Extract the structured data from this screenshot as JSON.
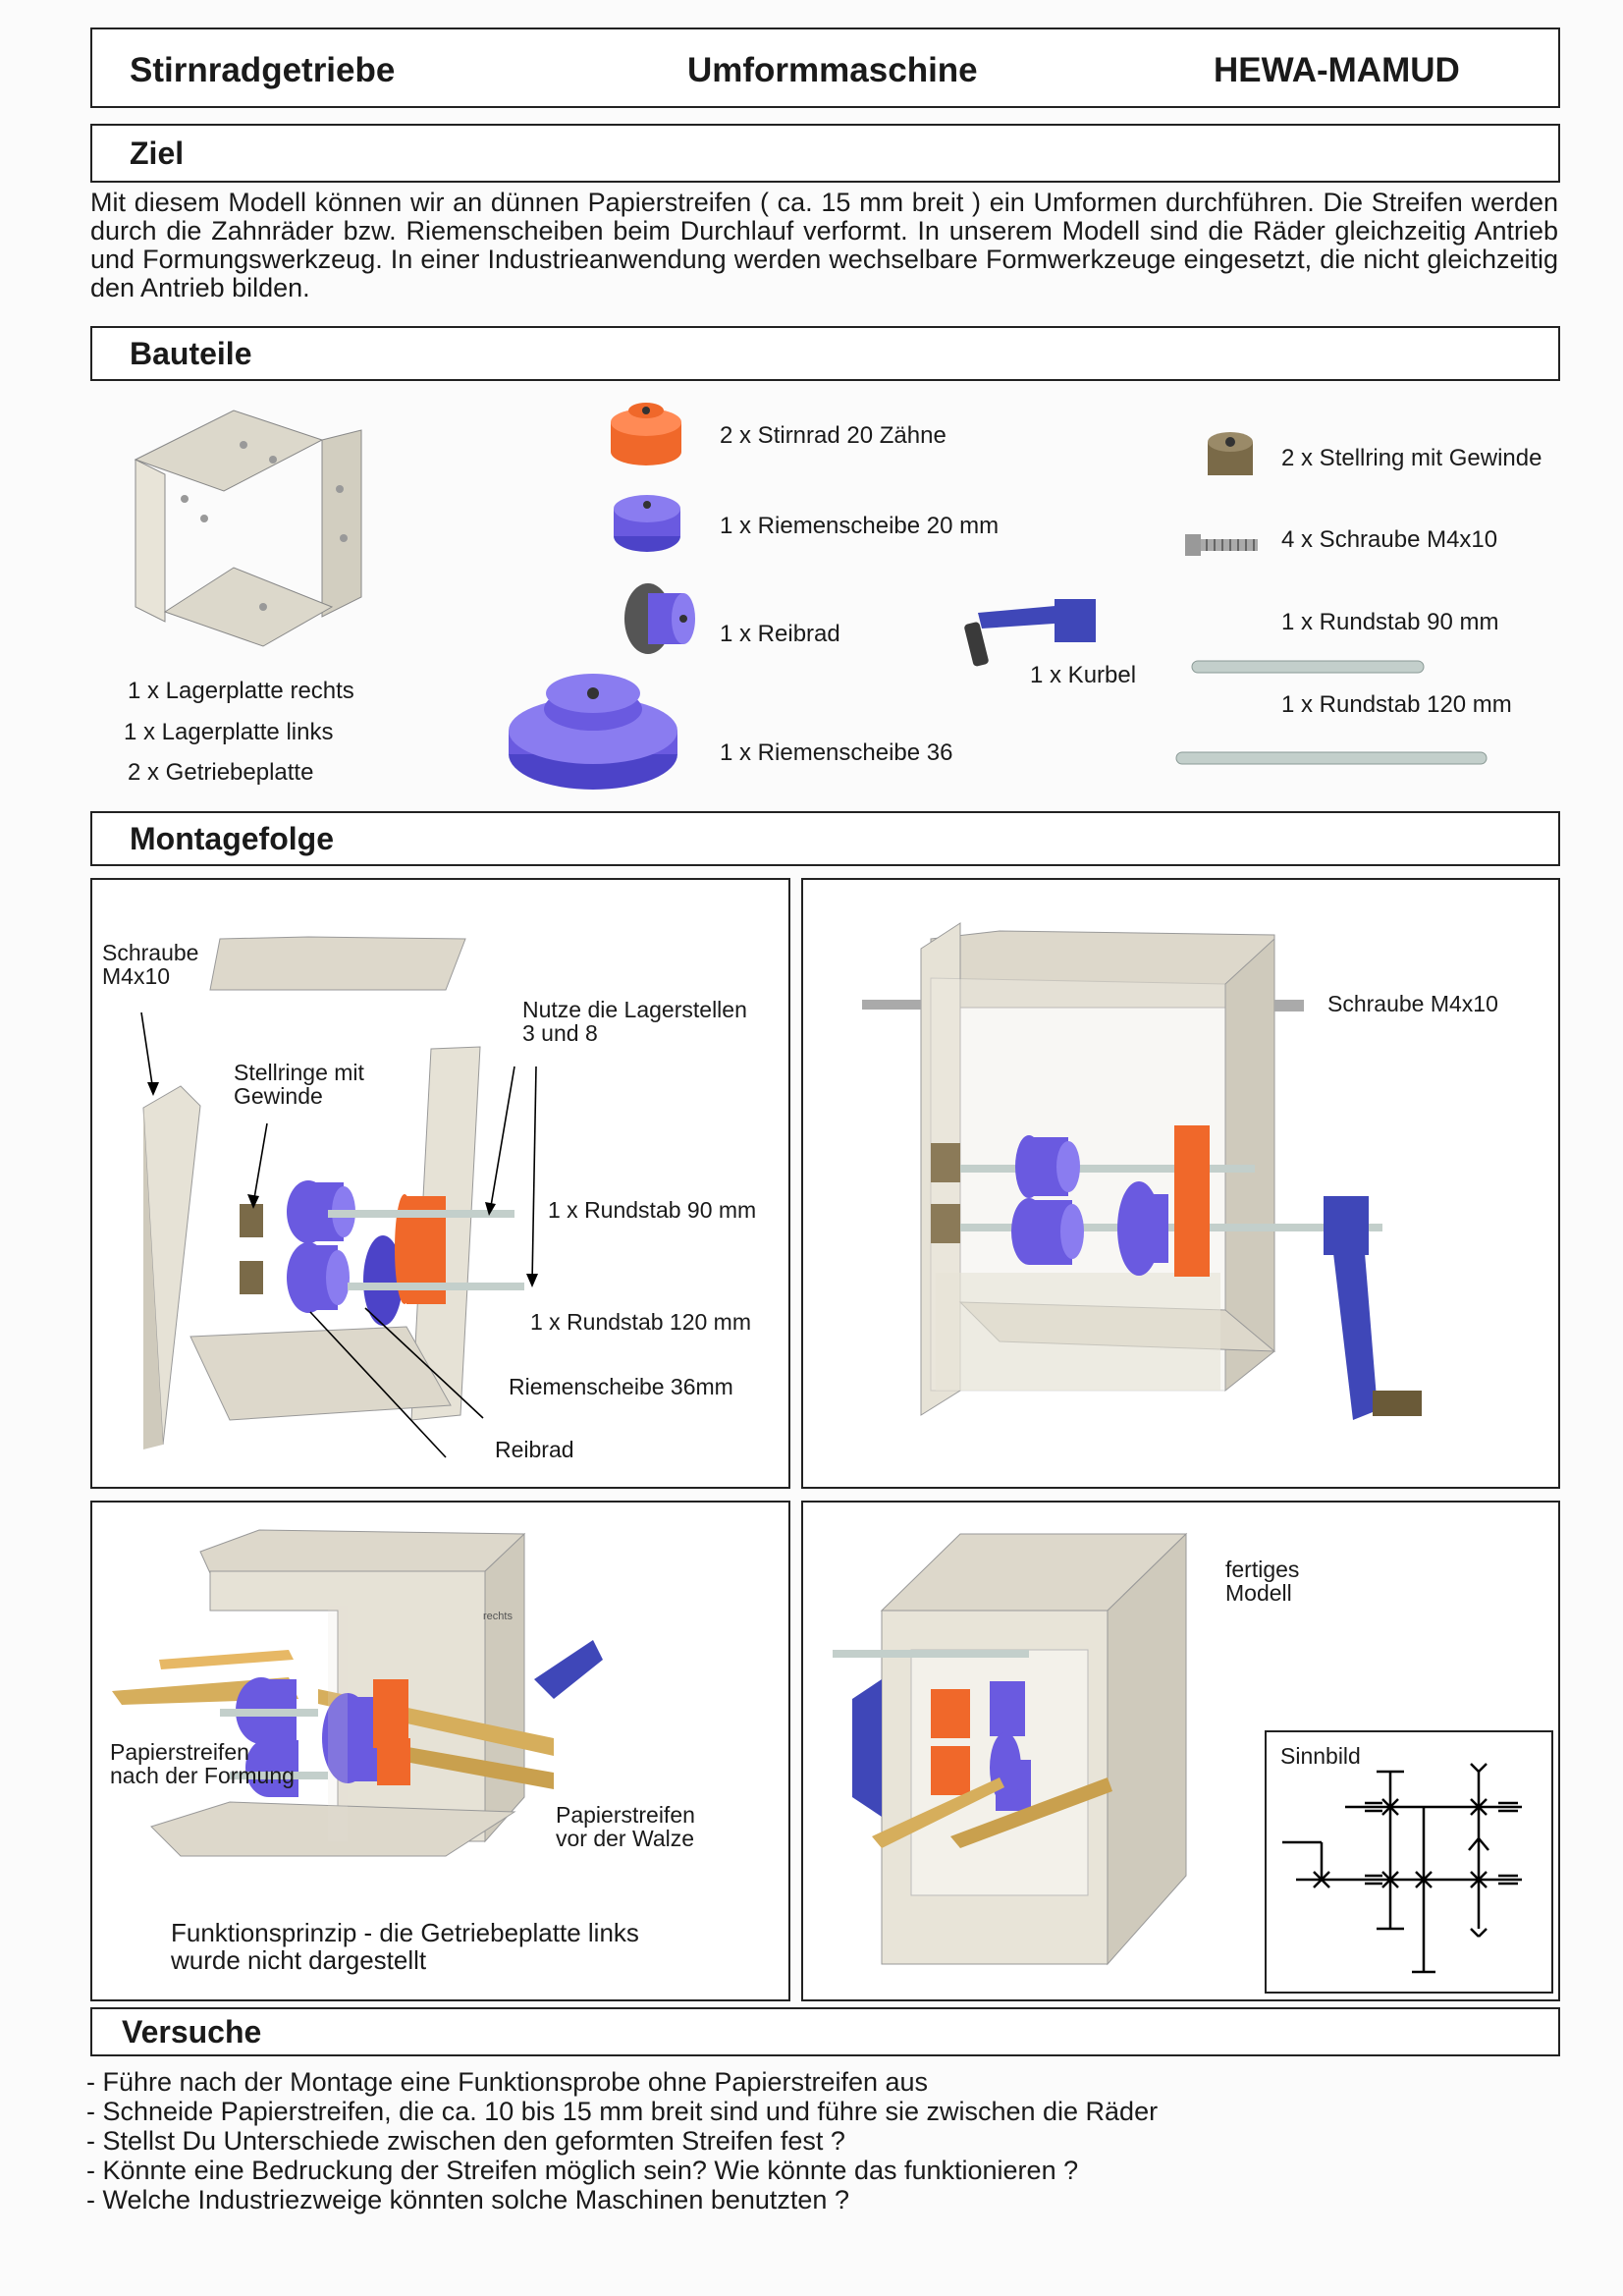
{
  "header": {
    "left": "Stirnradgetriebe",
    "center": "Umformmaschine",
    "right": "HEWA-MAMUD"
  },
  "ziel": {
    "title": "Ziel",
    "text": "Mit diesem Modell können wir an dünnen Papierstreifen ( ca. 15 mm breit ) ein Umformen durchführen. Die Streifen werden durch die Zahnräder bzw. Riemenscheiben beim Durchlauf verformt. In unserem Modell sind die Räder gleichzeitig Antrieb und Formungswerkzeug. In einer Industrieanwendung werden wechselbare Formwerkzeuge eingesetzt, die nicht gleichzeitig den Antrieb bilden."
  },
  "bauteile": {
    "title": "Bauteile",
    "plates": [
      "1 x Lagerplatte rechts",
      "1 x Lagerplatte links",
      "2 x Getriebeplatte"
    ],
    "middle": [
      "2 x Stirnrad 20 Zähne",
      "1 x Riemenscheibe 20 mm",
      "1 x Reibrad",
      "1 x Riemenscheibe 36"
    ],
    "kurbel": "1 x Kurbel",
    "right": [
      "2 x Stellring mit Gewinde",
      "4 x Schraube M4x10",
      "1 x Rundstab 90 mm",
      "1 x Rundstab 120 mm"
    ]
  },
  "montage": {
    "title": "Montagefolge",
    "p1": {
      "schraube": [
        "Schraube",
        "M4x10"
      ],
      "stellringe": [
        "Stellringe mit",
        "Gewinde"
      ],
      "nutze": [
        "Nutze die Lagerstellen",
        "3 und 8"
      ],
      "stab90": "1 x Rundstab 90 mm",
      "stab120": "1 x Rundstab 120 mm",
      "riemen": "Riemenscheibe 36mm",
      "reibrad": "Reibrad"
    },
    "p2": {
      "schraube": "Schraube M4x10"
    },
    "p3": {
      "nach": [
        "Papierstreifen",
        "nach der Formung"
      ],
      "vor": [
        "Papierstreifen",
        "vor der Walze"
      ],
      "caption": [
        "Funktionsprinzip - die Getriebeplatte links",
        "wurde nicht dargestellt"
      ],
      "plate_mark": "rechts"
    },
    "p4": {
      "fertig": [
        "fertiges",
        "Modell"
      ],
      "sinnbild": "Sinnbild"
    }
  },
  "versuche": {
    "title": "Versuche",
    "items": [
      "- Führe nach der Montage eine Funktionsprobe ohne Papierstreifen aus",
      "- Schneide Papierstreifen, die ca. 10 bis 15 mm breit sind und führe sie zwischen die Räder",
      "- Stellst Du Unterschiede zwischen den geformten Streifen fest ?",
      "- Könnte eine Bedruckung der Streifen möglich sein?  Wie könnte das funktionieren ?",
      "- Welche Industriezweige könnten solche Maschinen benutzten ?"
    ]
  },
  "colors": {
    "orange": "#f0682a",
    "purple": "#6a5ae0",
    "plate": "#e4e0d4",
    "brass": "#8b7a58",
    "blue": "#3f47b8"
  }
}
